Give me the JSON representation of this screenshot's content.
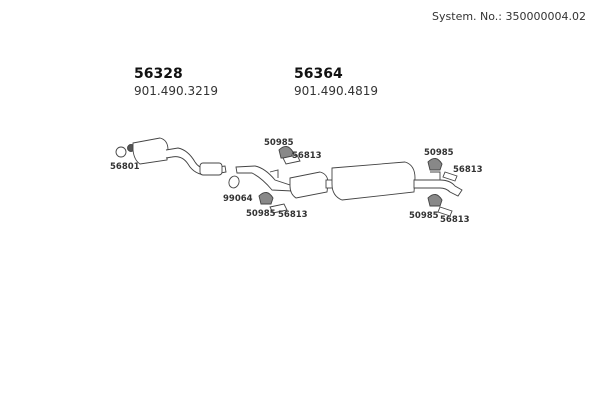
{
  "system_number": "System. No.: 350000004.02",
  "parts": [
    {
      "number": "56328",
      "oe_number": "901.490.3219"
    },
    {
      "number": "56364",
      "oe_number": "901.490.4819"
    }
  ],
  "callouts": {
    "clamp_front": "56801",
    "clamp_mid": "99064",
    "rubber_top_left": "50985",
    "bracket_top_left": "56813",
    "rubber_bottom_left": "50985",
    "bracket_bottom_left": "56813",
    "rubber_top_right": "50985",
    "bracket_top_right": "56813",
    "rubber_bottom_right": "50985",
    "bracket_bottom_right": "56813"
  }
}
